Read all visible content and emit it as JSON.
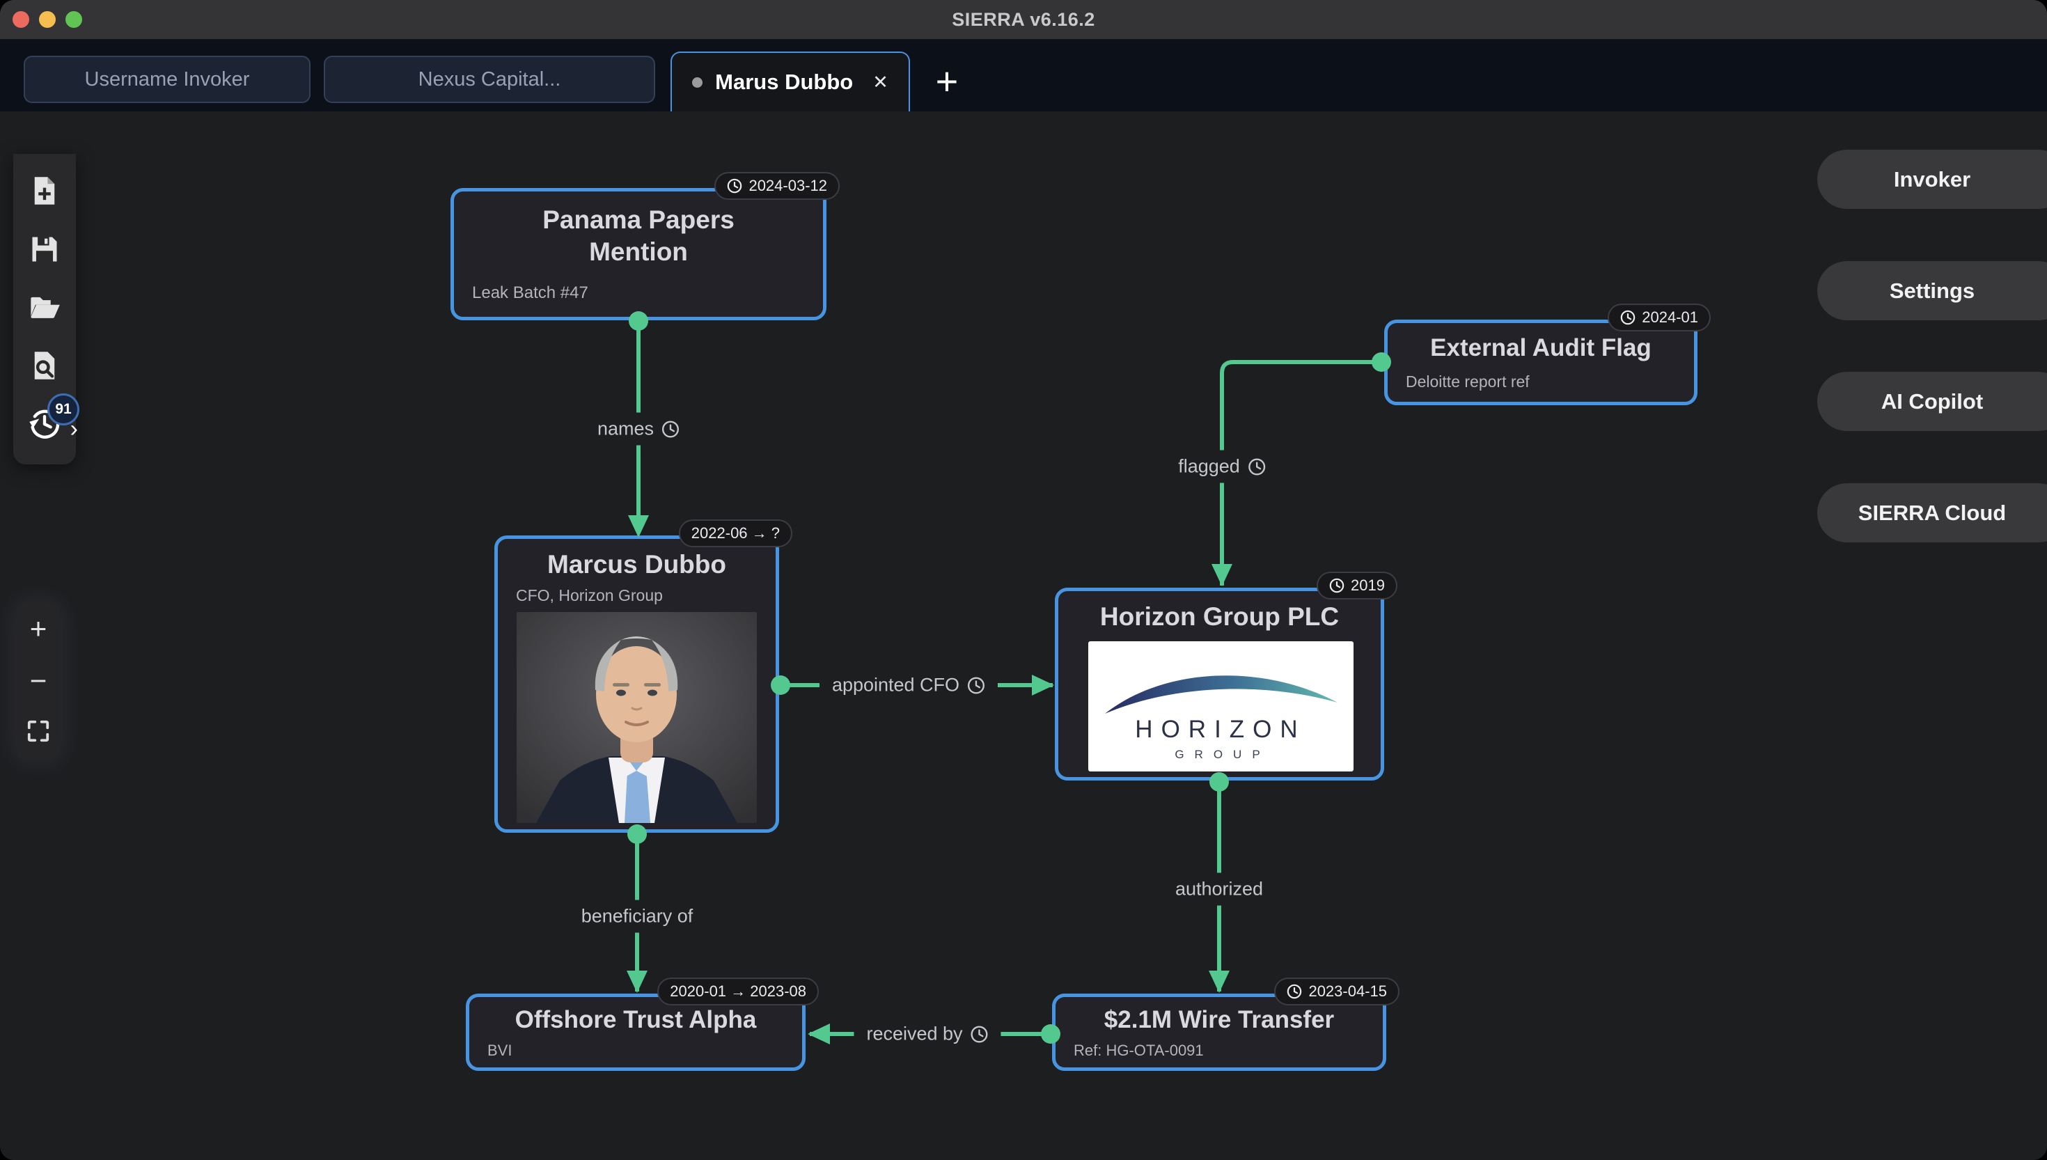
{
  "window": {
    "title": "SIERRA v6.16.2"
  },
  "tab_bar": {
    "tabs": [
      {
        "label": "Username Invoker"
      },
      {
        "label": "Nexus Capital..."
      },
      {
        "label": "Marus Dubbo"
      }
    ],
    "active_tab_close": "✕",
    "new_tab": "+"
  },
  "left_toolbar": {
    "history_badge": "91",
    "history_chevron": "›"
  },
  "zoom_controls": {
    "zoom_in": "+",
    "zoom_out": "−"
  },
  "right_menu": {
    "items": [
      {
        "label": "Invoker"
      },
      {
        "label": "Settings"
      },
      {
        "label": "AI Copilot"
      },
      {
        "label": "SIERRA Cloud"
      }
    ]
  },
  "graph": {
    "nodes": {
      "panama_papers": {
        "title": "Panama Papers Mention",
        "subtitle": "Leak Batch #47",
        "badge": "2024-03-12"
      },
      "marcus_dubbo": {
        "title": "Marcus Dubbo",
        "subtitle": "CFO, Horizon Group",
        "badge": "2022-06  →  ?"
      },
      "external_audit": {
        "title": "External Audit Flag",
        "subtitle": "Deloitte report ref",
        "badge": "2024-01"
      },
      "horizon_group": {
        "title": "Horizon Group PLC",
        "badge": "2019",
        "logo_text": "HORIZON",
        "logo_subtext": "GROUP"
      },
      "offshore_trust": {
        "title": "Offshore Trust Alpha",
        "subtitle": "BVI",
        "badge": "2020-01  →  2023-08"
      },
      "wire_transfer": {
        "title": "$2.1M Wire Transfer",
        "subtitle": "Ref: HG-OTA-0091",
        "badge": "2023-04-15"
      }
    },
    "edges": {
      "names": {
        "label": "names"
      },
      "appointed_cfo": {
        "label": "appointed CFO"
      },
      "beneficiary_of": {
        "label": "beneficiary of"
      },
      "flagged": {
        "label": "flagged"
      },
      "authorized": {
        "label": "authorized"
      },
      "received_by": {
        "label": "received by"
      }
    }
  },
  "colors": {
    "accent_blue": "#4795e2",
    "edge_green": "#53c98f",
    "canvas_bg": "#1d1e20"
  }
}
